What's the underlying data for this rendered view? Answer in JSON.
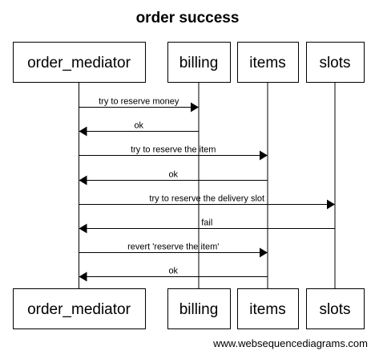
{
  "diagram": {
    "title": "order success",
    "footer": "www.websequencediagrams.com",
    "participants": [
      {
        "id": "order_mediator",
        "label": "order_mediator"
      },
      {
        "id": "billing",
        "label": "billing"
      },
      {
        "id": "items",
        "label": "items"
      },
      {
        "id": "slots",
        "label": "slots"
      }
    ],
    "messages": [
      {
        "from": "order_mediator",
        "to": "billing",
        "label": "try to reserve money"
      },
      {
        "from": "billing",
        "to": "order_mediator",
        "label": "ok"
      },
      {
        "from": "order_mediator",
        "to": "items",
        "label": "try to reserve the item"
      },
      {
        "from": "items",
        "to": "order_mediator",
        "label": "ok"
      },
      {
        "from": "order_mediator",
        "to": "slots",
        "label": "try to reserve the delivery slot"
      },
      {
        "from": "slots",
        "to": "order_mediator",
        "label": "fail"
      },
      {
        "from": "order_mediator",
        "to": "items",
        "label": "revert 'reserve the item'"
      },
      {
        "from": "items",
        "to": "order_mediator",
        "label": "ok"
      }
    ]
  }
}
